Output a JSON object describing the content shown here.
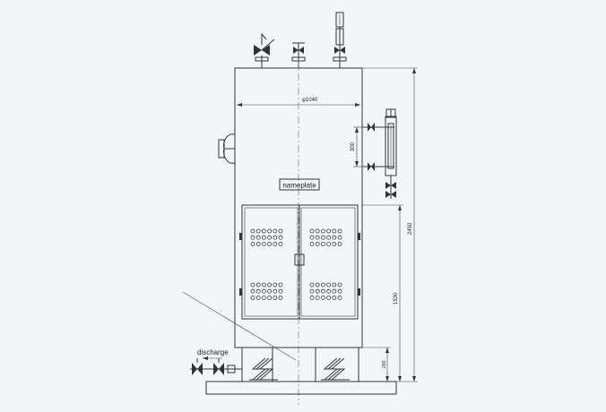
{
  "labels": {
    "nameplate": "nameplate",
    "discharge": "discharge",
    "diameter": "φ1040",
    "gauge_span": "300",
    "total_height": "2450",
    "door_height": "1530",
    "base_height": "200"
  }
}
